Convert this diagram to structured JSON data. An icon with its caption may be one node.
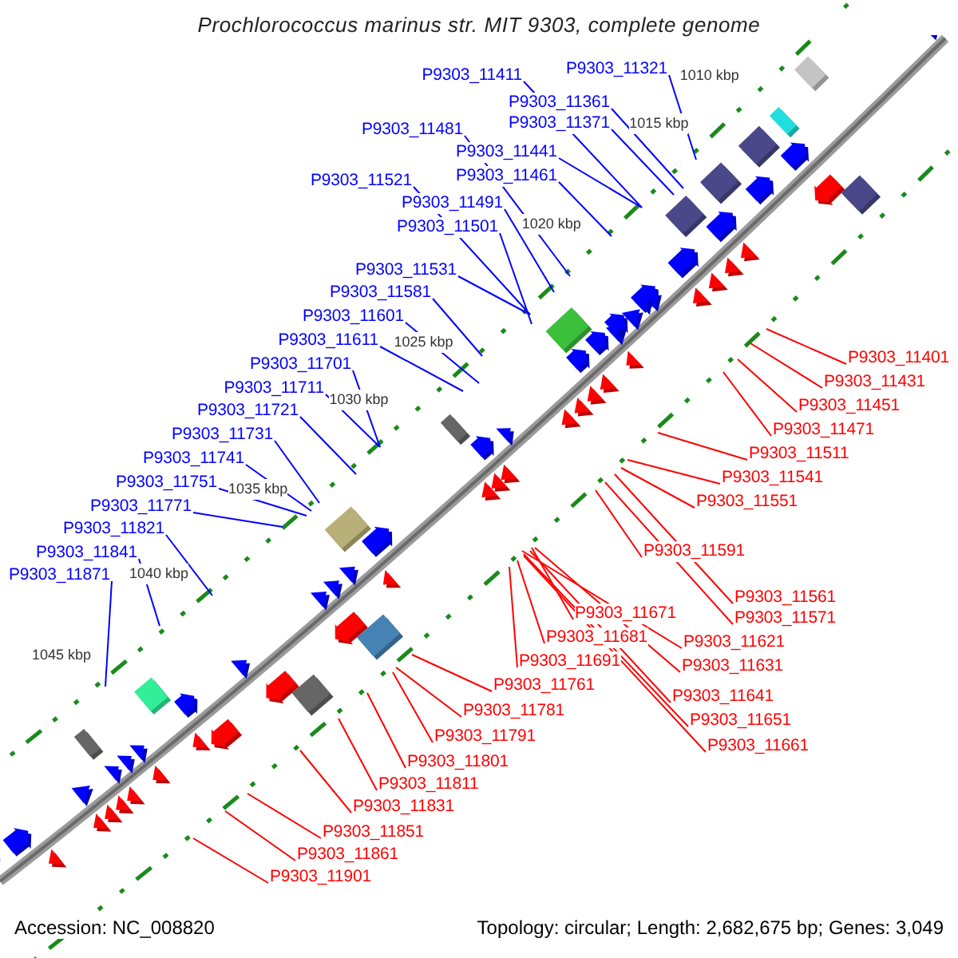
{
  "diagram": {
    "title": "Prochlorococcus marinus str. MIT 9303, complete genome",
    "nodes": [
      {
        "text": [
          "P9303_11321"
        ]
      },
      {
        "text": [
          "P9303_11411"
        ]
      },
      {
        "text": [
          "P9303_11361"
        ]
      },
      {
        "text": [
          "P9303_11371"
        ]
      },
      {
        "text": [
          "P9303_11481"
        ]
      },
      {
        "text": [
          "P9303_11441"
        ]
      },
      {
        "text": [
          "P9303_11461"
        ]
      },
      {
        "text": [
          "P9303_11521"
        ]
      },
      {
        "text": [
          "P9303_11491"
        ]
      },
      {
        "text": [
          "P9303_11501"
        ]
      },
      {
        "text": [
          "P9303_11531"
        ]
      },
      {
        "text": [
          "P9303_11581"
        ]
      },
      {
        "text": [
          "P9303_11601"
        ]
      },
      {
        "text": [
          "P9303_11611"
        ]
      },
      {
        "text": [
          "P9303_11701"
        ]
      },
      {
        "text": [
          "P9303_11711"
        ]
      },
      {
        "text": [
          "P9303_11721"
        ]
      },
      {
        "text": [
          "P9303_11731"
        ]
      },
      {
        "text": [
          "P9303_11741"
        ]
      },
      {
        "text": [
          "P9303_11751"
        ]
      },
      {
        "text": [
          "P9303_11771"
        ]
      },
      {
        "text": [
          "P9303_11821"
        ]
      },
      {
        "text": [
          "P9303_11841"
        ]
      },
      {
        "text": [
          "P9303_11871"
        ]
      },
      {
        "text": [
          "P9303_11401"
        ]
      },
      {
        "text": [
          "P9303_11431"
        ]
      },
      {
        "text": [
          "P9303_11451"
        ]
      },
      {
        "text": [
          "P9303_11471"
        ]
      },
      {
        "text": [
          "P9303_11511"
        ]
      },
      {
        "text": [
          "P9303_11541"
        ]
      },
      {
        "text": [
          "P9303_11551"
        ]
      },
      {
        "text": [
          "P9303_11591"
        ]
      },
      {
        "text": [
          "P9303_11561"
        ]
      },
      {
        "text": [
          "P9303_11571"
        ]
      },
      {
        "text": [
          "P9303_11671"
        ]
      },
      {
        "text": [
          "P9303_11681"
        ]
      },
      {
        "text": [
          "P9303_11621"
        ]
      },
      {
        "text": [
          "P9303_11691"
        ]
      },
      {
        "text": [
          "P9303_11631"
        ]
      },
      {
        "text": [
          "P9303_11641"
        ]
      },
      {
        "text": [
          "P9303_11651"
        ]
      },
      {
        "text": [
          "P9303_11661"
        ]
      },
      {
        "text": [
          "P9303_11761"
        ]
      },
      {
        "text": [
          "P9303_11781"
        ]
      },
      {
        "text": [
          "P9303_11791"
        ]
      },
      {
        "text": [
          "P9303_11801"
        ]
      },
      {
        "text": [
          "P9303_11811"
        ]
      },
      {
        "text": [
          "P9303_11831"
        ]
      },
      {
        "text": [
          "P9303_11851"
        ]
      },
      {
        "text": [
          "P9303_11861"
        ]
      },
      {
        "text": [
          "P9303_11901"
        ]
      }
    ],
    "edges": [
      {
        "from": 0,
        "to": null,
        "arrow": "none",
        "color": "#0000ff"
      },
      {
        "from": 1,
        "to": null,
        "arrow": "none",
        "color": "#0000ff"
      },
      {
        "from": 2,
        "to": null,
        "arrow": "none",
        "color": "#0000ff"
      },
      {
        "from": 3,
        "to": null,
        "arrow": "none",
        "color": "#0000ff"
      },
      {
        "from": 4,
        "to": null,
        "arrow": "none",
        "color": "#0000ff"
      },
      {
        "from": 5,
        "to": null,
        "arrow": "none",
        "color": "#0000ff"
      },
      {
        "from": 6,
        "to": null,
        "arrow": "none",
        "color": "#0000ff"
      },
      {
        "from": 7,
        "to": null,
        "arrow": "none",
        "color": "#0000ff"
      },
      {
        "from": 8,
        "to": null,
        "arrow": "none",
        "color": "#0000ff"
      },
      {
        "from": 9,
        "to": null,
        "arrow": "none",
        "color": "#0000ff"
      },
      {
        "from": 10,
        "to": null,
        "arrow": "none",
        "color": "#0000ff"
      },
      {
        "from": 11,
        "to": null,
        "arrow": "none",
        "color": "#0000ff"
      },
      {
        "from": 12,
        "to": null,
        "arrow": "none",
        "color": "#0000ff"
      },
      {
        "from": 13,
        "to": null,
        "arrow": "none",
        "color": "#0000ff"
      },
      {
        "from": 14,
        "to": null,
        "arrow": "none",
        "color": "#0000ff"
      },
      {
        "from": 15,
        "to": null,
        "arrow": "none",
        "color": "#0000ff"
      },
      {
        "from": 16,
        "to": null,
        "arrow": "none",
        "color": "#0000ff"
      },
      {
        "from": 17,
        "to": null,
        "arrow": "none",
        "color": "#0000ff"
      },
      {
        "from": 18,
        "to": null,
        "arrow": "none",
        "color": "#0000ff"
      },
      {
        "from": 19,
        "to": null,
        "arrow": "none",
        "color": "#0000ff"
      },
      {
        "from": 20,
        "to": null,
        "arrow": "none",
        "color": "#0000ff"
      },
      {
        "from": 21,
        "to": null,
        "arrow": "none",
        "color": "#0000ff"
      },
      {
        "from": 22,
        "to": null,
        "arrow": "none",
        "color": "#0000ff"
      },
      {
        "from": 23,
        "to": null,
        "arrow": "none",
        "color": "#0000ff"
      },
      {
        "from": 24,
        "to": null,
        "arrow": "none",
        "color": "#ff0000"
      },
      {
        "from": 25,
        "to": null,
        "arrow": "none",
        "color": "#ff0000"
      },
      {
        "from": 26,
        "to": null,
        "arrow": "none",
        "color": "#ff0000"
      },
      {
        "from": 27,
        "to": null,
        "arrow": "none",
        "color": "#ff0000"
      },
      {
        "from": 28,
        "to": null,
        "arrow": "none",
        "color": "#ff0000"
      },
      {
        "from": 29,
        "to": null,
        "arrow": "none",
        "color": "#ff0000"
      },
      {
        "from": 30,
        "to": null,
        "arrow": "none",
        "color": "#ff0000"
      },
      {
        "from": 31,
        "to": null,
        "arrow": "none",
        "color": "#ff0000"
      },
      {
        "from": 32,
        "to": null,
        "arrow": "none",
        "color": "#ff0000"
      },
      {
        "from": 33,
        "to": null,
        "arrow": "none",
        "color": "#ff0000"
      },
      {
        "from": 34,
        "to": null,
        "arrow": "none",
        "color": "#ff0000"
      },
      {
        "from": 35,
        "to": null,
        "arrow": "none",
        "color": "#ff0000"
      },
      {
        "from": 36,
        "to": null,
        "arrow": "none",
        "color": "#ff0000"
      },
      {
        "from": 37,
        "to": null,
        "arrow": "none",
        "color": "#ff0000"
      },
      {
        "from": 38,
        "to": null,
        "arrow": "none",
        "color": "#ff0000"
      },
      {
        "from": 39,
        "to": null,
        "arrow": "none",
        "color": "#ff0000"
      },
      {
        "from": 40,
        "to": null,
        "arrow": "none",
        "color": "#ff0000"
      },
      {
        "from": 41,
        "to": null,
        "arrow": "none",
        "color": "#ff0000"
      },
      {
        "from": 42,
        "to": null,
        "arrow": "none",
        "color": "#ff0000"
      },
      {
        "from": 43,
        "to": null,
        "arrow": "none",
        "color": "#ff0000"
      },
      {
        "from": 44,
        "to": null,
        "arrow": "none",
        "color": "#ff0000"
      },
      {
        "from": 45,
        "to": null,
        "arrow": "none",
        "color": "#ff0000"
      },
      {
        "from": 46,
        "to": null,
        "arrow": "none",
        "color": "#ff0000"
      },
      {
        "from": 47,
        "to": null,
        "arrow": "none",
        "color": "#ff0000"
      },
      {
        "from": 48,
        "to": null,
        "arrow": "none",
        "color": "#ff0000"
      },
      {
        "from": 49,
        "to": null,
        "arrow": "none",
        "color": "#ff0000"
      },
      {
        "from": 50,
        "to": null,
        "arrow": "none",
        "color": "#ff0000"
      }
    ],
    "labels": [
      "1010 kbp",
      "1015 kbp",
      "1020 kbp",
      "1025 kbp",
      "1030 kbp",
      "1035 kbp",
      "1040 kbp",
      "1045 kbp",
      "Accession: NC_008820",
      "Topology: circular; Length: 2,682,675 bp; Genes: 3,049"
    ]
  }
}
